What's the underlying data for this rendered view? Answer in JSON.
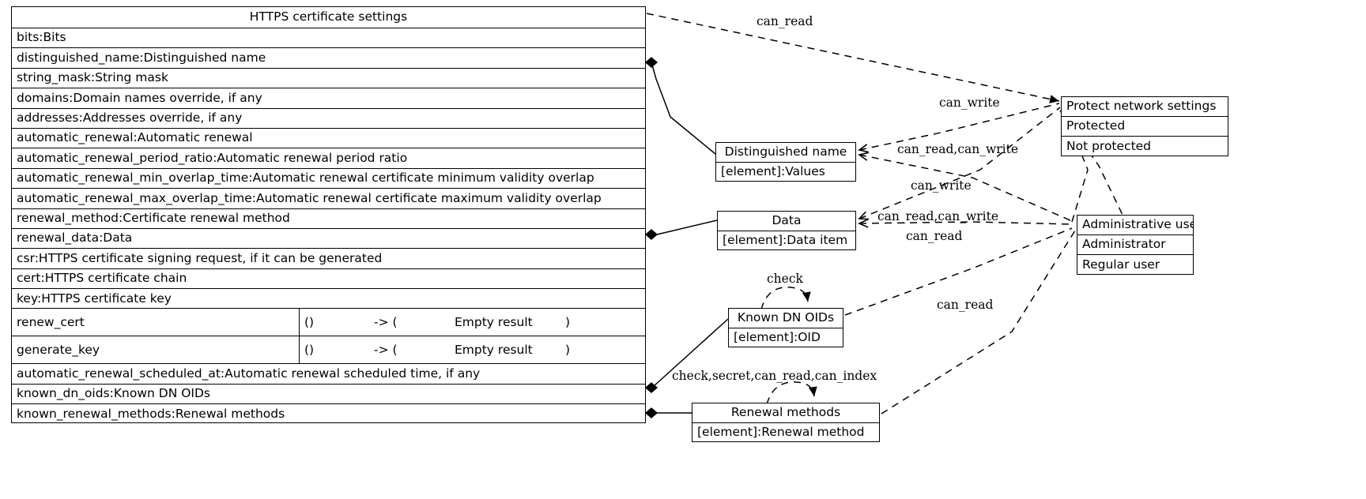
{
  "diagram": {
    "type": "uml-class-diagram",
    "background": "#ffffff",
    "line_color": "#000000"
  },
  "main_class": {
    "title": "HTTPS certificate settings",
    "attributes": [
      "bits:Bits",
      "distinguished_name:Distinguished name",
      "string_mask:String mask",
      "domains:Domain names override, if any",
      "addresses:Addresses override, if any",
      "automatic_renewal:Automatic renewal",
      "automatic_renewal_period_ratio:Automatic renewal period ratio",
      "automatic_renewal_min_overlap_time:Automatic renewal certificate minimum validity overlap",
      "automatic_renewal_max_overlap_time:Automatic renewal certificate maximum validity overlap",
      "renewal_method:Certificate renewal method",
      "renewal_data:Data",
      "csr:HTTPS certificate signing request, if it can be generated",
      "cert:HTTPS certificate chain",
      "key:HTTPS certificate key"
    ],
    "operations": [
      {
        "name": "renew_cert",
        "args": "()",
        "arrow": "-> (",
        "result": "Empty result",
        "close": ")"
      },
      {
        "name": "generate_key",
        "args": "()",
        "arrow": "-> (",
        "result": "Empty result",
        "close": ")"
      }
    ],
    "attributes_tail": [
      "automatic_renewal_scheduled_at:Automatic renewal scheduled time, if any",
      "known_dn_oids:Known DN OIDs",
      "known_renewal_methods:Renewal methods"
    ]
  },
  "boxes": {
    "distinguished_name": {
      "title": "Distinguished name",
      "rows": [
        "[element]:Values"
      ]
    },
    "data": {
      "title": "Data",
      "rows": [
        "[element]:Data item"
      ]
    },
    "known_dn_oids": {
      "title": "Known DN OIDs",
      "rows": [
        "[element]:OID"
      ]
    },
    "renewal_methods": {
      "title": "Renewal methods",
      "rows": [
        "[element]:Renewal method"
      ]
    },
    "protect_network_settings": {
      "title": "Protect network settings",
      "rows": [
        "Protected",
        "Not protected"
      ]
    },
    "administrative_user": {
      "title": "Administrative user",
      "rows": [
        "Administrator",
        "Regular user"
      ]
    }
  },
  "edge_labels": {
    "can_read_top": "can_read",
    "can_write_1": "can_write",
    "can_read_can_write_1": "can_read,can_write",
    "can_write_2": "can_write",
    "can_read_can_write_2": "can_read,can_write",
    "can_read_mid": "can_read",
    "can_read_lower": "can_read",
    "check": "check",
    "check_secret_can_read_can_index": "check,secret,can_read,can_index"
  }
}
